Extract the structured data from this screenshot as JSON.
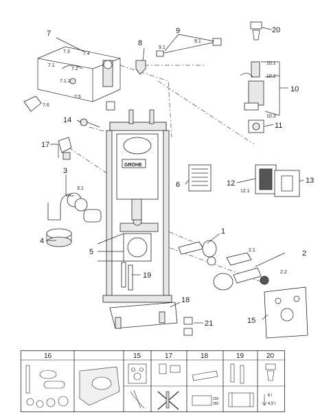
{
  "callouts": {
    "c1": "1",
    "c2": "2",
    "c2_1": "2.1",
    "c2_2": "2.2",
    "c3": "3",
    "c3_1": "3.1",
    "c4": "4",
    "c5": "5",
    "c6": "6",
    "c7": "7",
    "c7_1": "7.1",
    "c7_1_1": "7.1.1",
    "c7_2": "7.2",
    "c7_3": "7.3",
    "c7_4": "7.4",
    "c7_5": "7.5",
    "c7_6": "7.6",
    "c8": "8",
    "c9": "9",
    "c9_1a": "9.1",
    "c9_1b": "9.1",
    "c10": "10",
    "c10_1": "10.1",
    "c10_2": "10.2",
    "c10_3": "10.3",
    "c11": "11",
    "c12": "12",
    "c12_1": "12.1",
    "c13": "13",
    "c14": "14",
    "c15": "15",
    "c17": "17",
    "c18": "18",
    "c19": "19",
    "c20": "20",
    "c21": "21"
  },
  "brand_plate": "GROHE",
  "legend": {
    "columns": [
      "16",
      "",
      "15",
      "17",
      "18",
      "19",
      "20"
    ],
    "dim_200": "200",
    "dim_350": "350",
    "volume_6": "6 l",
    "volume_4_5": "4,5 l"
  }
}
